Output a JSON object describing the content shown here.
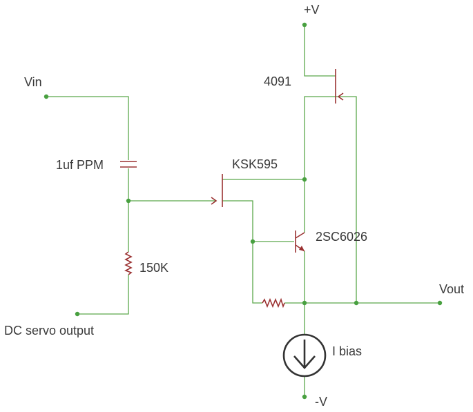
{
  "labels": {
    "vplus": "+V",
    "vminus": "-V",
    "vin": "Vin",
    "vout": "Vout",
    "dc_servo": "DC servo output",
    "jfet_top": "4091",
    "jfet_input": "KSK595",
    "bjt": "2SC6026",
    "capacitor": "1uf PPM",
    "resistor": "150K",
    "current_source": "I bias"
  },
  "colors": {
    "wire": "#5aa84a",
    "component": "#9a3030",
    "node": "#48a040",
    "text": "#3a3a3a",
    "source": "#333333"
  }
}
